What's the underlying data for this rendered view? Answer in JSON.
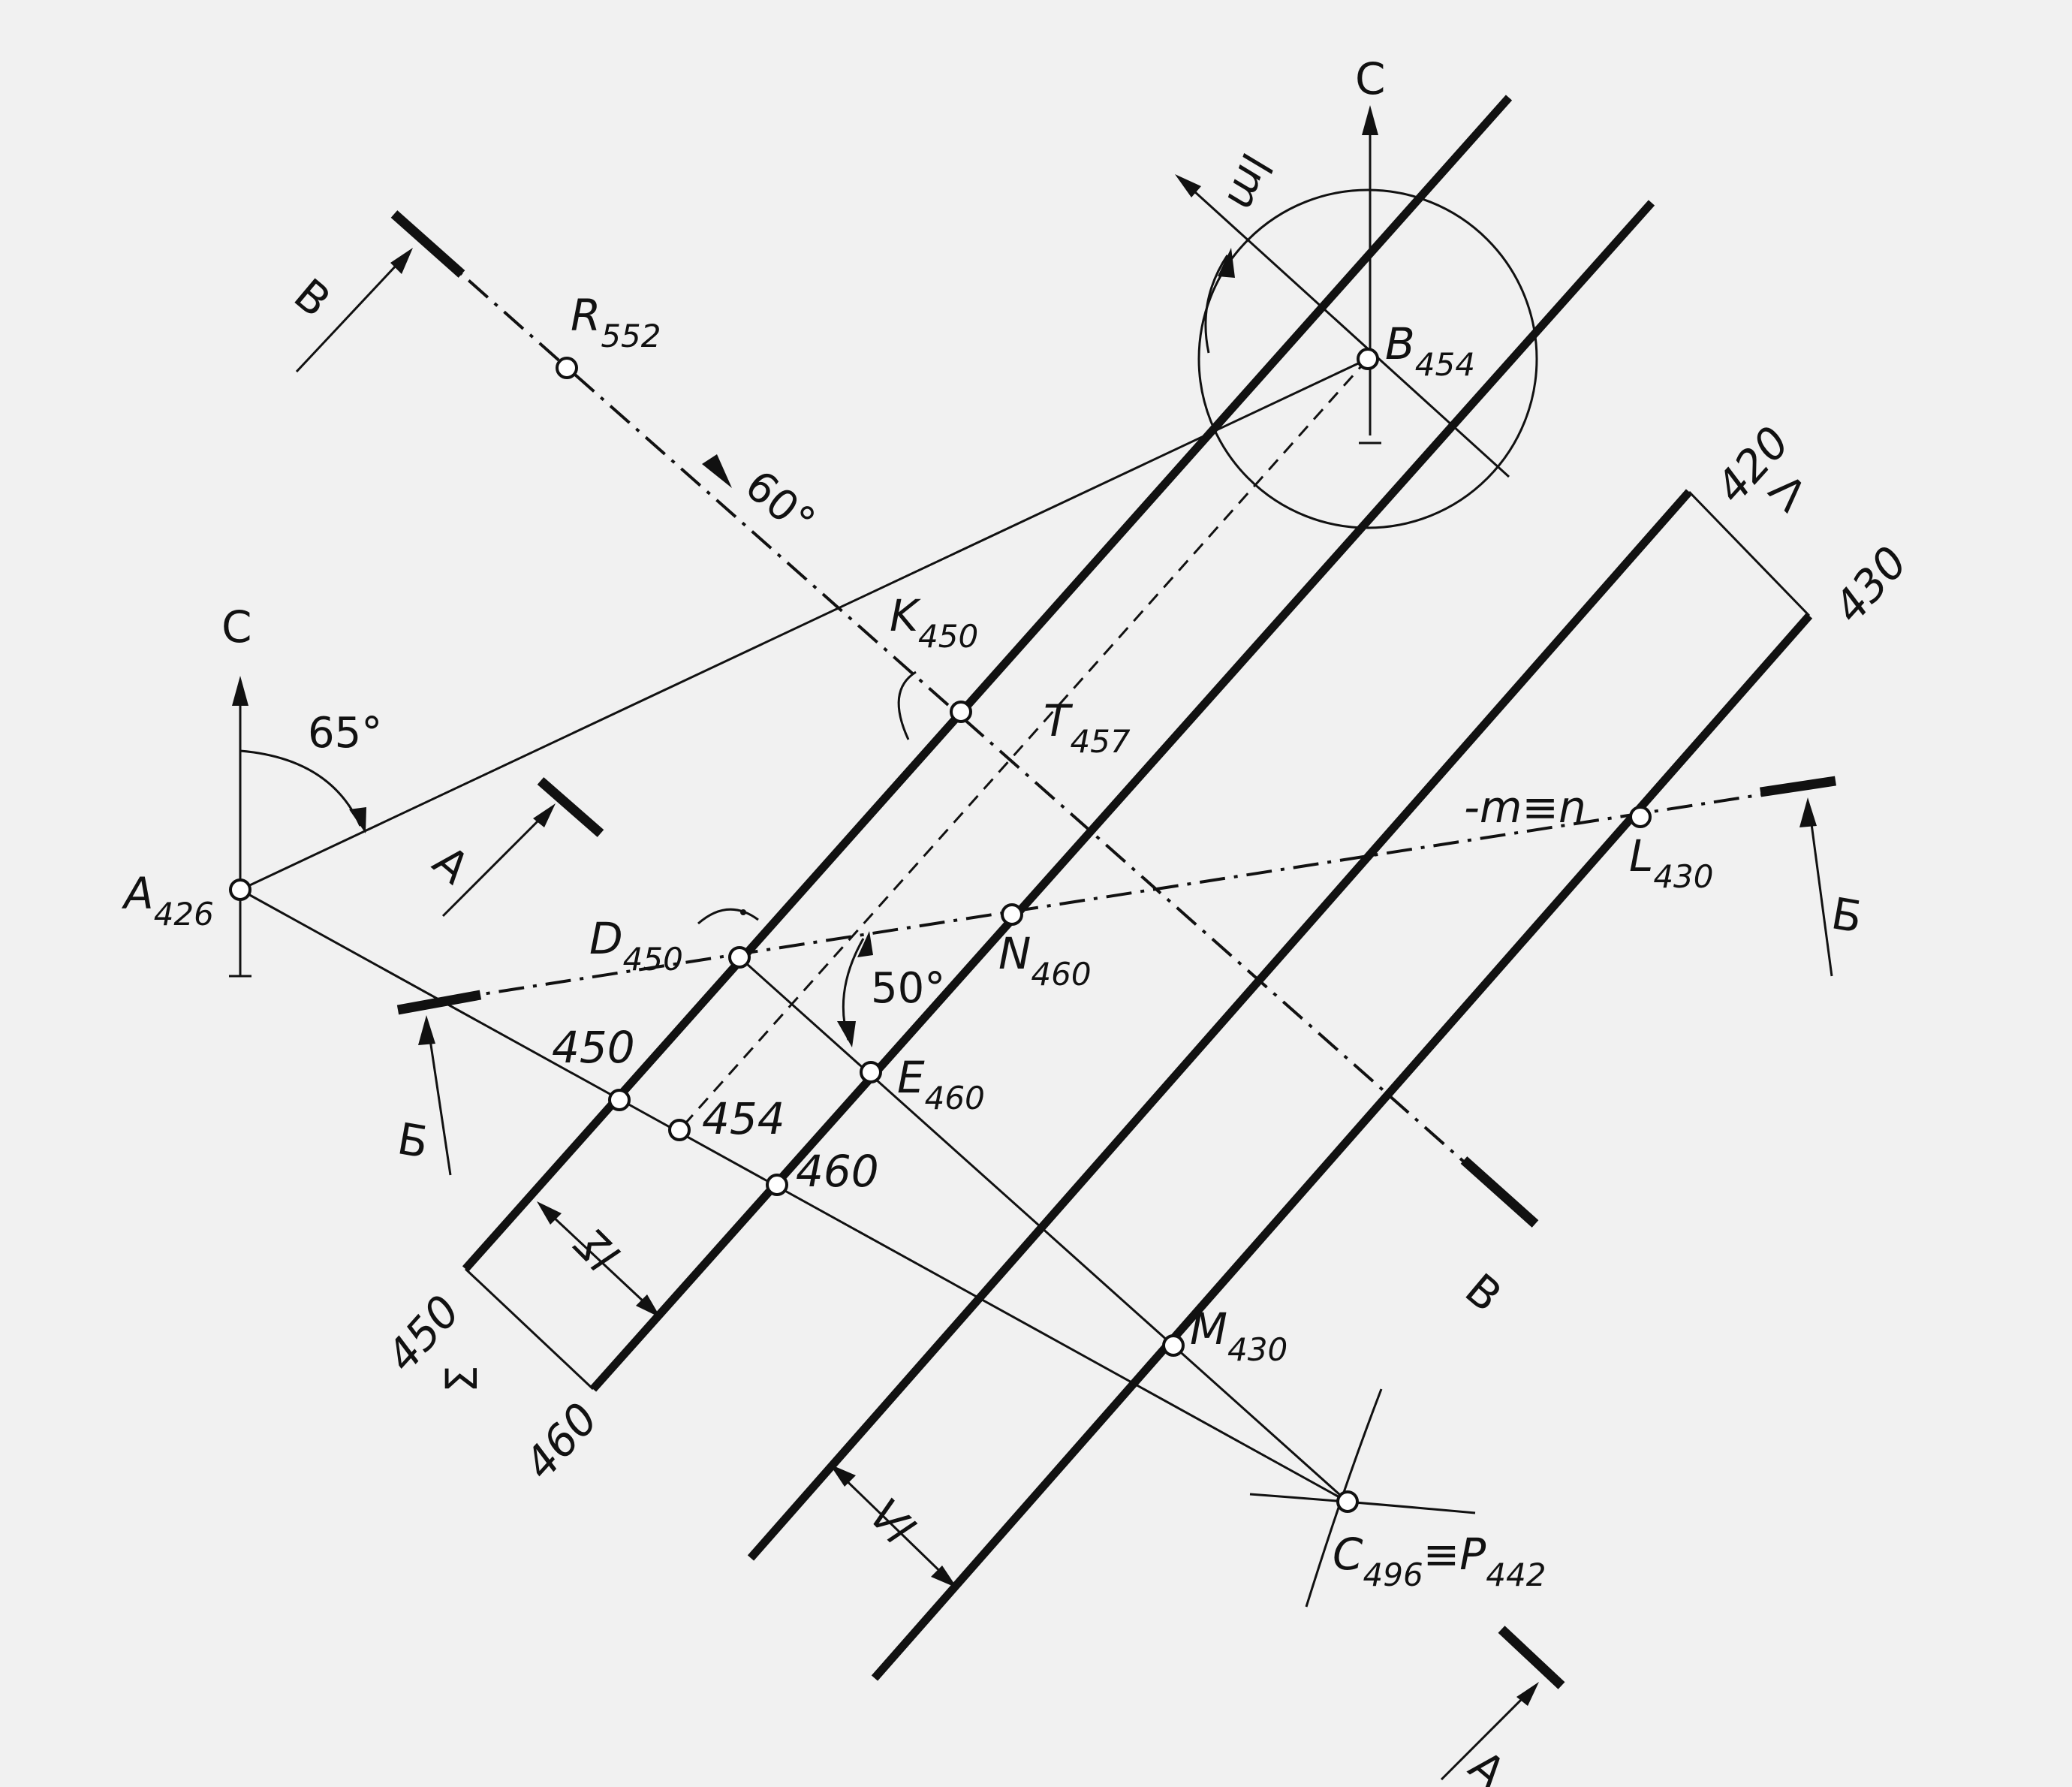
{
  "points": {
    "A": {
      "name": "A",
      "elev": "426"
    },
    "B": {
      "name": "B",
      "elev": "454"
    },
    "R": {
      "name": "R",
      "elev": "552"
    },
    "K": {
      "name": "K",
      "elev": "450"
    },
    "T": {
      "name": "T",
      "elev": "457"
    },
    "D": {
      "name": "D",
      "elev": "450"
    },
    "N": {
      "name": "N",
      "elev": "460"
    },
    "E": {
      "name": "E",
      "elev": "460"
    },
    "L": {
      "name": "L",
      "elev": "430"
    },
    "M": {
      "name": "M",
      "elev": "430"
    },
    "C": {
      "name": "C",
      "elev": "496"
    },
    "P": {
      "name": "P",
      "elev": "442"
    }
  },
  "coincide_symbol": "≡",
  "north_label": "С",
  "angles": {
    "a65": "65°",
    "a60": "60°",
    "a50": "50°"
  },
  "contour_labels": {
    "c450": "450",
    "c460": "460",
    "c420": "420",
    "c430": "430"
  },
  "plane_labels": {
    "sigma": "Σ",
    "lambda": "Λ"
  },
  "interval_labels": {
    "l_sigma": "lΣ",
    "l_lambda": "lΛ",
    "l_m": "lm"
  },
  "point_elevations": {
    "p450": "450",
    "p454": "454",
    "p460": "460"
  },
  "mn_label": "-m≡n",
  "section_labels": {
    "A": "А",
    "B": "Б",
    "V": "В"
  }
}
